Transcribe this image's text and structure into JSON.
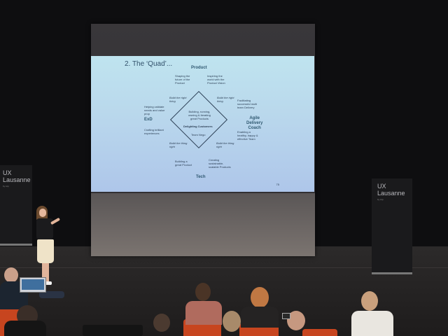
{
  "slide": {
    "title": "2. The ‘Quad’...",
    "top_label": "Product",
    "bottom_label": "Tech",
    "left_label": "ExD",
    "right_label": "Agile\nDelivery\nCoach",
    "center_top": "Building, running,\nowning & iterating\ngreat Products",
    "center_middle": "Delighting Customers",
    "center_bottom": "Team Nego",
    "tl_text": "Shaping the\nfuture of the\nProduct",
    "tr_text": "Inspiring the\nworld with the\nProduct Vision",
    "right_text_1": "Facilitating\nsuccessful multi\nteam Delivery",
    "right_text_2": "Enabling a\nhealthy, happy &\neffective Team",
    "left_text_1": "Helping validate\nneeds and value\nprop",
    "left_text_2": "Crafting brilliant\nexperiences",
    "bl_text": "Building a\ngreat Product",
    "br_text": "Creating\nsustainable,\nscalable Products",
    "build_right_thing_1": "Build the right\nthing",
    "build_right_thing_2": "Build the right\nthing",
    "build_thing_right_1": "Build the thing\nright",
    "build_thing_right_2": "Build the thing\nright",
    "page_number": "75"
  },
  "banners": {
    "left_title": "UX\nLausanne",
    "left_sub": "by Liip",
    "right_title": "UX\nLausanne",
    "right_sub": "by Liip"
  },
  "colors": {
    "slide_top": "#bfe4ef",
    "slide_bottom": "#aec6ea",
    "chair": "#c7451f"
  }
}
